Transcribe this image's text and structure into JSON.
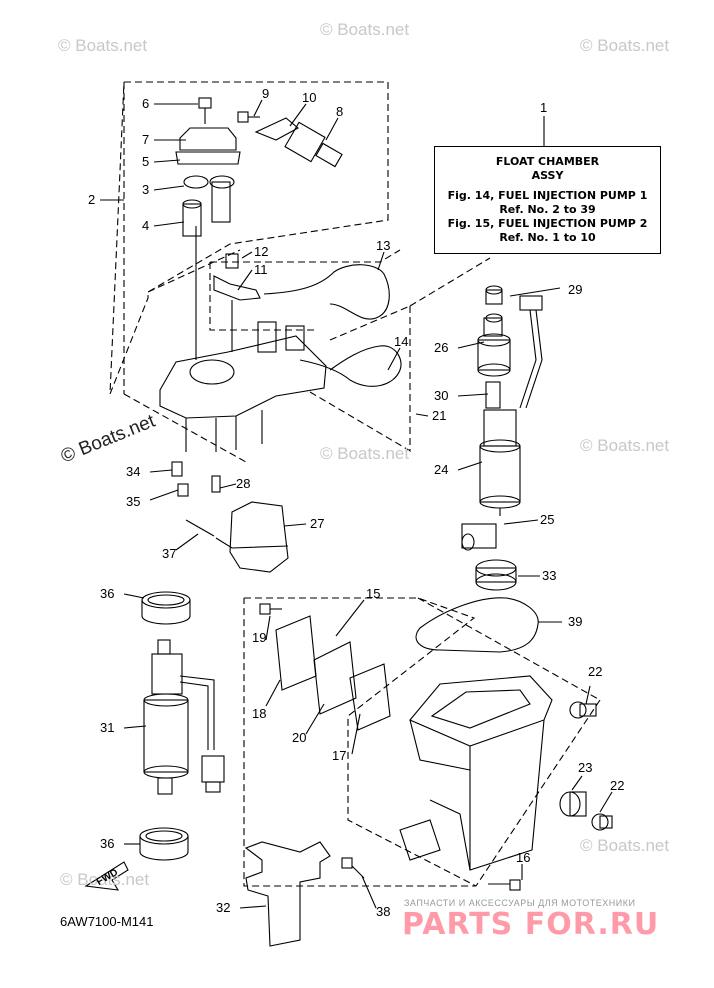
{
  "watermarks": {
    "text": "© Boats.net",
    "big": "© Boats.net"
  },
  "float_chamber_box": {
    "line1": "FLOAT CHAMBER",
    "line2": "ASSY",
    "line3": "Fig. 14, FUEL INJECTION PUMP 1",
    "line4": "Ref. No. 2 to 39",
    "line5": "Fig. 15, FUEL INJECTION PUMP 2",
    "line6": "Ref. No. 1 to 10"
  },
  "callouts": [
    "1",
    "2",
    "3",
    "4",
    "5",
    "6",
    "7",
    "8",
    "9",
    "10",
    "11",
    "12",
    "13",
    "14",
    "15",
    "16",
    "17",
    "18",
    "19",
    "20",
    "21",
    "22",
    "22",
    "23",
    "24",
    "25",
    "26",
    "27",
    "28",
    "29",
    "30",
    "31",
    "32",
    "33",
    "34",
    "35",
    "36",
    "36",
    "37",
    "38",
    "39"
  ],
  "diagram_code": "6AW7100-M141",
  "fwd_label": "FWD",
  "brand": {
    "tagline": "ЗАПЧАСТИ И АКСЕССУАРЫ ДЛЯ МОТОТЕХНИКИ",
    "logo": "PARTS FOR.RU"
  },
  "colors": {
    "line": "#000000",
    "watermark": "#c8c8c8",
    "brand": "#ff9aa8"
  }
}
